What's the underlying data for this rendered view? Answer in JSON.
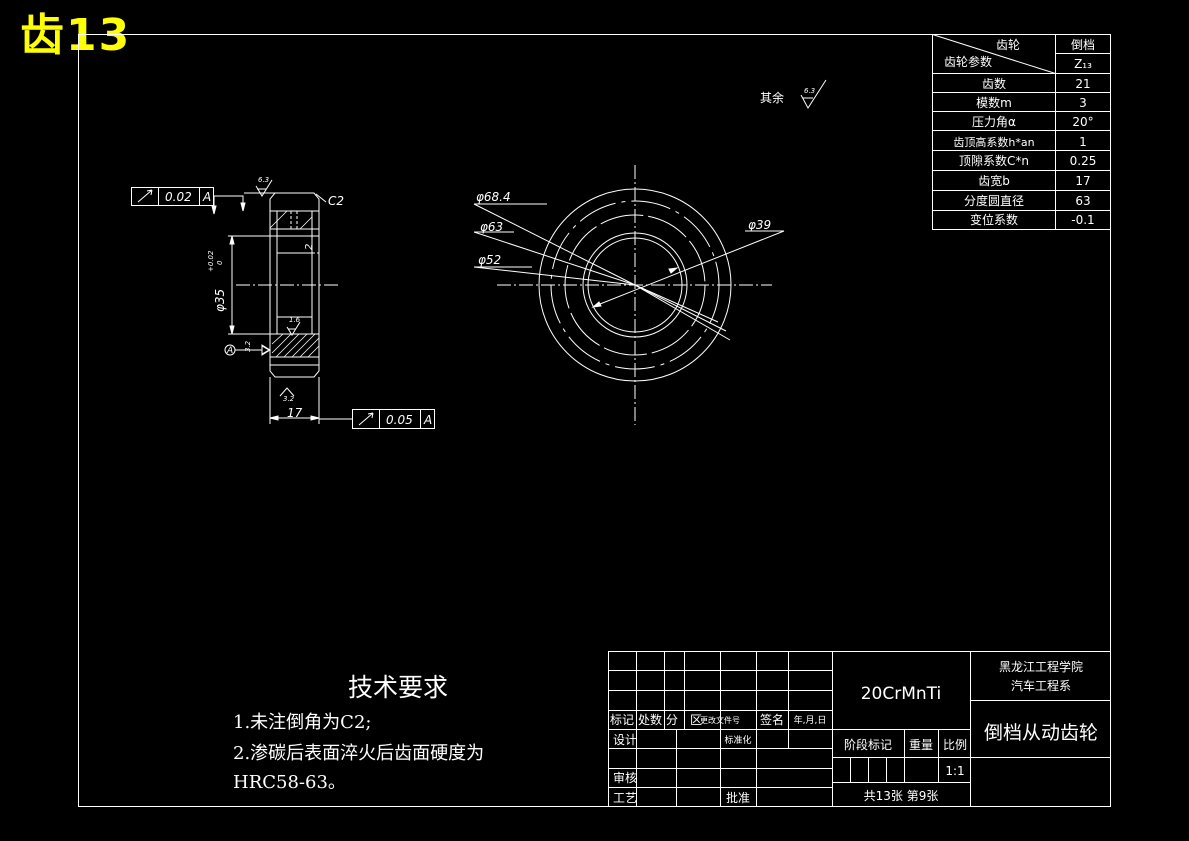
{
  "corner_title": "齿13",
  "roughness_note": {
    "label": "其余",
    "value": "6.3"
  },
  "params_table": {
    "header": [
      "齿轮",
      "倒档"
    ],
    "rows": [
      [
        "齿轮参数",
        "Z₁₃"
      ],
      [
        "齿数",
        "21"
      ],
      [
        "模数m",
        "3"
      ],
      [
        "压力角α",
        "20°"
      ],
      [
        "齿顶高系数h*an",
        "1"
      ],
      [
        "顶隙系数C*n",
        "0.25"
      ],
      [
        "齿宽b",
        "17"
      ],
      [
        "分度圆直径",
        "63"
      ],
      [
        "变位系数",
        "-0.1"
      ]
    ]
  },
  "section_view": {
    "chamfer": "C2",
    "tol_top": {
      "value": "0.02",
      "datum": "A"
    },
    "tol_bottom": {
      "value": "0.05",
      "datum": "A"
    },
    "bore_dim": "φ35",
    "bore_tol_upper": "+0.02",
    "bore_tol_lower": "0",
    "width_dim": "17",
    "rough_top": "6.3",
    "rough_bore": "1.6",
    "rough_bottom": "3.2",
    "rough_left": "3.2",
    "datum": "A",
    "small_dim": "2"
  },
  "front_view": {
    "d1": "φ68.4",
    "d2": "φ63",
    "d3": "φ52",
    "d4": "φ39"
  },
  "tech_requirements": {
    "title": "技术要求",
    "lines": [
      "1.未注倒角为C2;",
      "2.渗碳后表面淬火后齿面硬度为",
      "HRC58-63。"
    ]
  },
  "title_block": {
    "material": "20CrMnTi",
    "school": "黑龙江工程学院",
    "dept": "汽车工程系",
    "part_name": "倒档从动齿轮",
    "h_mark": "标记",
    "h_count": "处数",
    "h_zone": "分　区",
    "h_docno": "更改文件号",
    "h_sign": "签名",
    "h_date": "年,月,日",
    "design": "设计",
    "standard": "标准化",
    "review": "审核",
    "craft": "工艺",
    "approve": "批准",
    "stage": "阶段标记",
    "weight": "重量",
    "scale_label": "比例",
    "scale": "1:1",
    "sheets": "共13张 第9张"
  }
}
